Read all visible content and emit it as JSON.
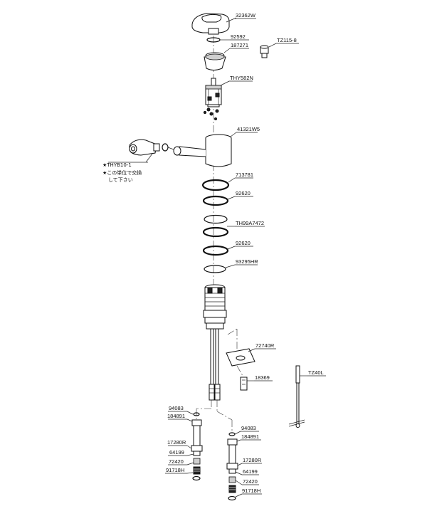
{
  "parts": {
    "lever_handle": "32362W",
    "oring_top": "92592",
    "cap": "187271",
    "screw": "TZ115-8",
    "cartridge": "THY582N",
    "spout_body": "41321W5",
    "shower_note_1": "★THYB10-1",
    "shower_note_2": "★この単位で交換",
    "shower_note_3": "して下さい",
    "ring_1": "713781",
    "ring_2": "92620",
    "ring_3": "TH99A7472",
    "ring_4": "92620",
    "ring_5": "93295HR",
    "bracket": "72740R",
    "nut": "18369",
    "tool": "TZ40L",
    "l_washer": "94083",
    "l_hose_nut": "184891",
    "l_adapter": "17280R",
    "l_seal": "64199",
    "l_spring": "72420",
    "l_ring": "91718H",
    "r_washer": "94083",
    "r_hose_nut": "184891",
    "r_adapter": "17280R",
    "r_seal": "64199",
    "r_spring": "72420",
    "r_ring": "91718H"
  }
}
